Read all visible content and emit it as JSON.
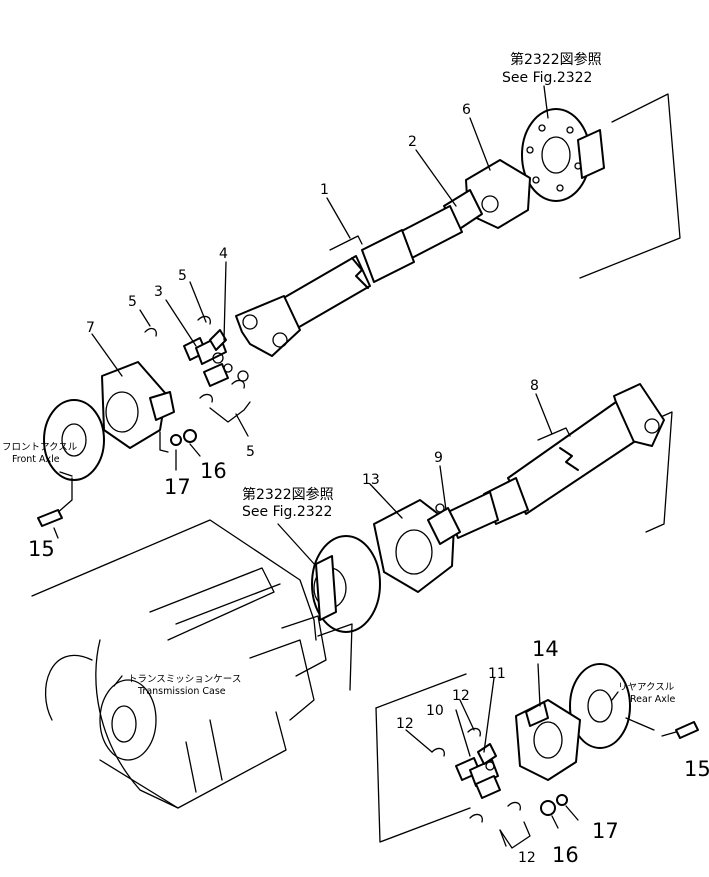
{
  "references": {
    "top_jp": "第2322図参照",
    "top_en": "See Fig.2322",
    "mid_jp": "第2322図参照",
    "mid_en": "See Fig.2322"
  },
  "captions": {
    "front_axle_jp": "フロントアクスル",
    "front_axle_en": "Front Axle",
    "transmission_jp": "トランスミッションケース",
    "transmission_en": "Transmission Case",
    "rear_axle_jp": "リヤアクスル",
    "rear_axle_en": "Rear Axle"
  },
  "callouts": {
    "p1": "1",
    "p2": "2",
    "p3": "3",
    "p4": "4",
    "p5a": "5",
    "p5b": "5",
    "p5c": "5",
    "p6": "6",
    "p7": "7",
    "p8": "8",
    "p9": "9",
    "p10": "10",
    "p11": "11",
    "p12a": "12",
    "p12b": "12",
    "p12c": "12",
    "p13": "13",
    "p14": "14",
    "p15a": "15",
    "p15b": "15",
    "p16a": "16",
    "p16b": "16",
    "p17a": "17",
    "p17b": "17"
  }
}
